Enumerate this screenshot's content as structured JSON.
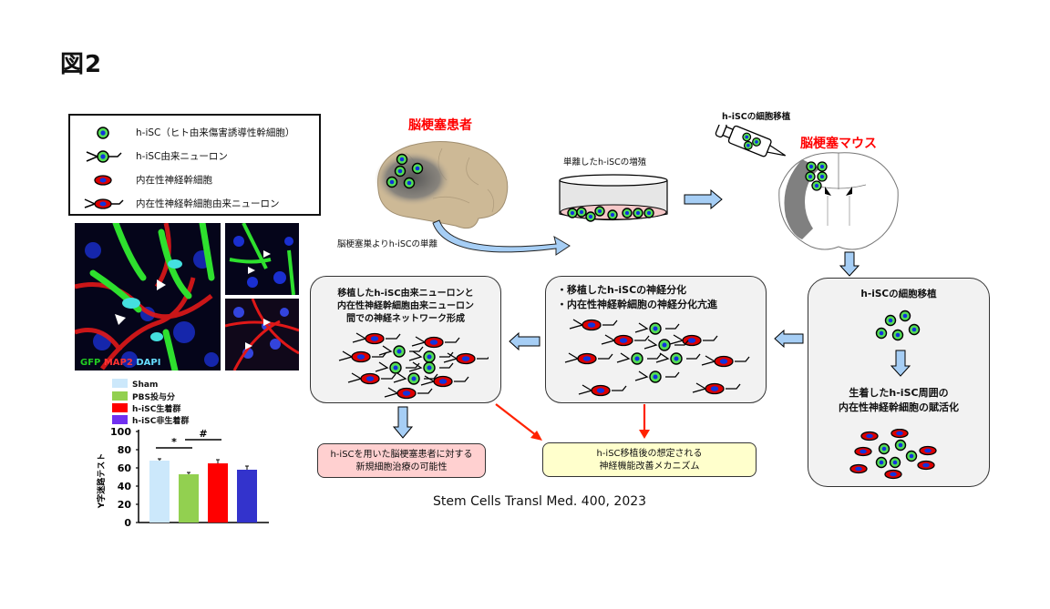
{
  "figure_title": "図2",
  "legend": {
    "items": [
      {
        "icon": "h-isc-cell-icon",
        "label": "h-iSC（ヒト由来傷害誘導性幹細胞）"
      },
      {
        "icon": "h-isc-neuron-icon",
        "label": "h-iSC由来ニューロン"
      },
      {
        "icon": "endogenous-stem-cell-icon",
        "label": "内在性神経幹細胞"
      },
      {
        "icon": "endogenous-neuron-icon",
        "label": "内在性神経幹細胞由来ニューロン"
      }
    ]
  },
  "microscopy": {
    "stain_labels": [
      {
        "text": "GFP",
        "color": "#22cc22"
      },
      {
        "text": "MAP2",
        "color": "#ff3333"
      },
      {
        "text": "DAPI",
        "color": "#66ddff"
      }
    ]
  },
  "chart_data": {
    "type": "bar",
    "categories": [
      "Sham",
      "PBS投与分",
      "h-iSC生着群",
      "h-iSC非生着群"
    ],
    "values": [
      68,
      53,
      65,
      58
    ],
    "errors": [
      2,
      2,
      4,
      4
    ],
    "colors": [
      "#cce8fb",
      "#92d050",
      "#ff0000",
      "#3333cc"
    ],
    "legend_colors": [
      "#cce8fb",
      "#92d050",
      "#ff0000",
      "#7030f0"
    ],
    "ylabel": "Y字迷路テスト",
    "ylim": [
      0,
      100
    ],
    "yticks": [
      0,
      20,
      40,
      60,
      80,
      100
    ],
    "annotations": [
      {
        "text": "*",
        "between": [
          "Sham",
          "PBS投与分"
        ]
      },
      {
        "text": "#",
        "between": [
          "PBS投与分",
          "h-iSC生着群"
        ]
      }
    ],
    "legend_position": "top"
  },
  "patient": {
    "title": "脳梗塞患者",
    "isolation_label": "脳梗塞巣よりh-iSCの単離"
  },
  "culture": {
    "label": "単離したh-iSCの増殖"
  },
  "transplant": {
    "label": "h-iSCの細胞移植",
    "mouse_title": "脳梗塞マウス"
  },
  "boxes": {
    "transplant_box": {
      "title": "h-iSCの細胞移植",
      "result": [
        "生着したh-iSC周囲の",
        "内在性神経幹細胞の賦活化"
      ]
    },
    "differentiation_box": {
      "lines": [
        "・移植したh-iSCの神経分化",
        "・内在性神経幹細胞の神経分化亢進"
      ]
    },
    "network_box": {
      "lines": [
        "移植したh-iSC由来ニューロンと",
        "内在性神経幹細胞由来ニューロン",
        "間での神経ネットワーク形成"
      ]
    }
  },
  "results": {
    "therapy": {
      "lines": [
        "h-iSCを用いた脳梗塞患者に対する",
        "新規細胞治療の可能性"
      ],
      "color": "#ffd0d0"
    },
    "mechanism": {
      "lines": [
        "h-iSC移植後の想定される",
        "神経機能改善メカニズム"
      ],
      "color": "#ffffcc"
    }
  },
  "citation": "Stem Cells Transl Med. 400, 2023",
  "colors": {
    "arrow_fill": "#a6cef5",
    "red_arrow": "#ff2200",
    "isc_green": "#55dd55",
    "nucleus_blue": "#1133dd",
    "endo_red": "#dd0000"
  }
}
